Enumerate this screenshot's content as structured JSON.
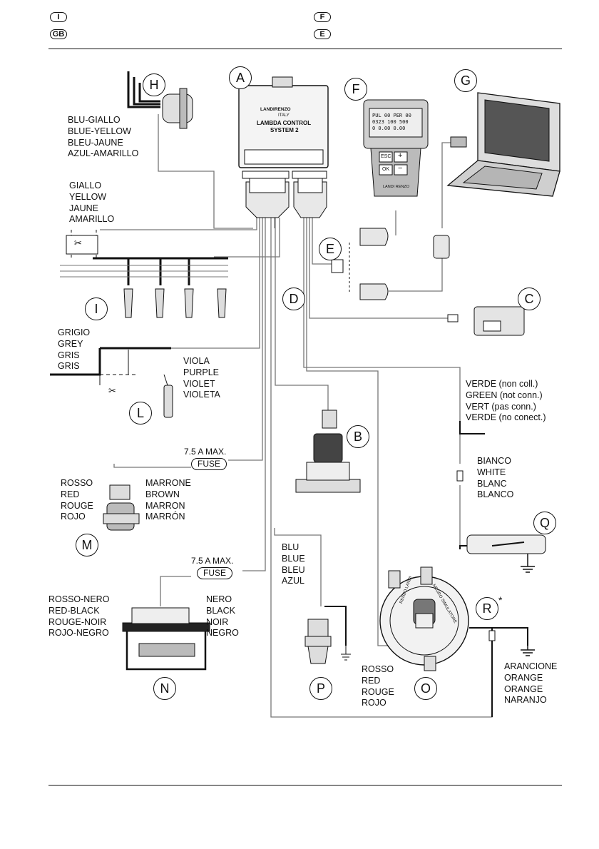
{
  "header": {
    "lang_codes": [
      "I",
      "GB",
      "F",
      "E"
    ]
  },
  "component_letters": [
    "A",
    "B",
    "C",
    "D",
    "E",
    "F",
    "G",
    "H",
    "I",
    "L",
    "M",
    "N",
    "O",
    "P",
    "Q",
    "R"
  ],
  "r_marker": "*",
  "ecu": {
    "brand": "LANDIRENZO",
    "country": "ITALY",
    "name_line1": "LAMBDA CONTROL",
    "name_line2": "SYSTEM 2"
  },
  "programmer": {
    "keys": [
      "ESC",
      "+",
      "OK",
      "−"
    ],
    "brand": "LANDI RENZO",
    "screen_lines": [
      "PUL 00 PER 00",
      "0323 100 500",
      "0 0.00 0.00"
    ]
  },
  "wires": {
    "h_label": [
      "BLU-GIALLO",
      "BLUE-YELLOW",
      "BLEU-JAUNE",
      "AZUL-AMARILLO"
    ],
    "yellow": [
      "GIALLO",
      "YELLOW",
      "JAUNE",
      "AMARILLO"
    ],
    "grey": [
      "GRIGIO",
      "GREY",
      "GRIS",
      "GRIS"
    ],
    "violet": [
      "VIOLA",
      "PURPLE",
      "VIOLET",
      "VIOLETA"
    ],
    "green": [
      "VERDE (non coll.)",
      "GREEN (not conn.)",
      "VERT (pas conn.)",
      "VERDE (no conect.)"
    ],
    "white": [
      "BIANCO",
      "WHITE",
      "BLANC",
      "BLANCO"
    ],
    "red_m": [
      "ROSSO",
      "RED",
      "ROUGE",
      "ROJO"
    ],
    "brown": [
      "MARRONE",
      "BROWN",
      "MARRON",
      "MARRÓN"
    ],
    "blue": [
      "BLU",
      "BLUE",
      "BLEU",
      "AZUL"
    ],
    "red_black": [
      "ROSSO-NERO",
      "RED-BLACK",
      "ROUGE-NOIR",
      "ROJO-NEGRO"
    ],
    "black": [
      "NERO",
      "BLACK",
      "NOIR",
      "NEGRO"
    ],
    "red_o": [
      "ROSSO",
      "RED",
      "ROUGE",
      "ROJO"
    ],
    "orange": [
      "ARANCIONE",
      "ORANGE",
      "ORANGE",
      "NARANJO"
    ]
  },
  "fuses": [
    {
      "rating": "7.5 A MAX.",
      "label": "FUSE"
    },
    {
      "rating": "7.5 A MAX.",
      "label": "FUSE"
    }
  ],
  "sensor_ring": {
    "left_text": "RENZO LANDI",
    "right_text": "NEGRO SIMULATORE"
  },
  "colors": {
    "ink": "#111111",
    "wire_grey": "#777777",
    "component_fill": "#eeeeee"
  }
}
